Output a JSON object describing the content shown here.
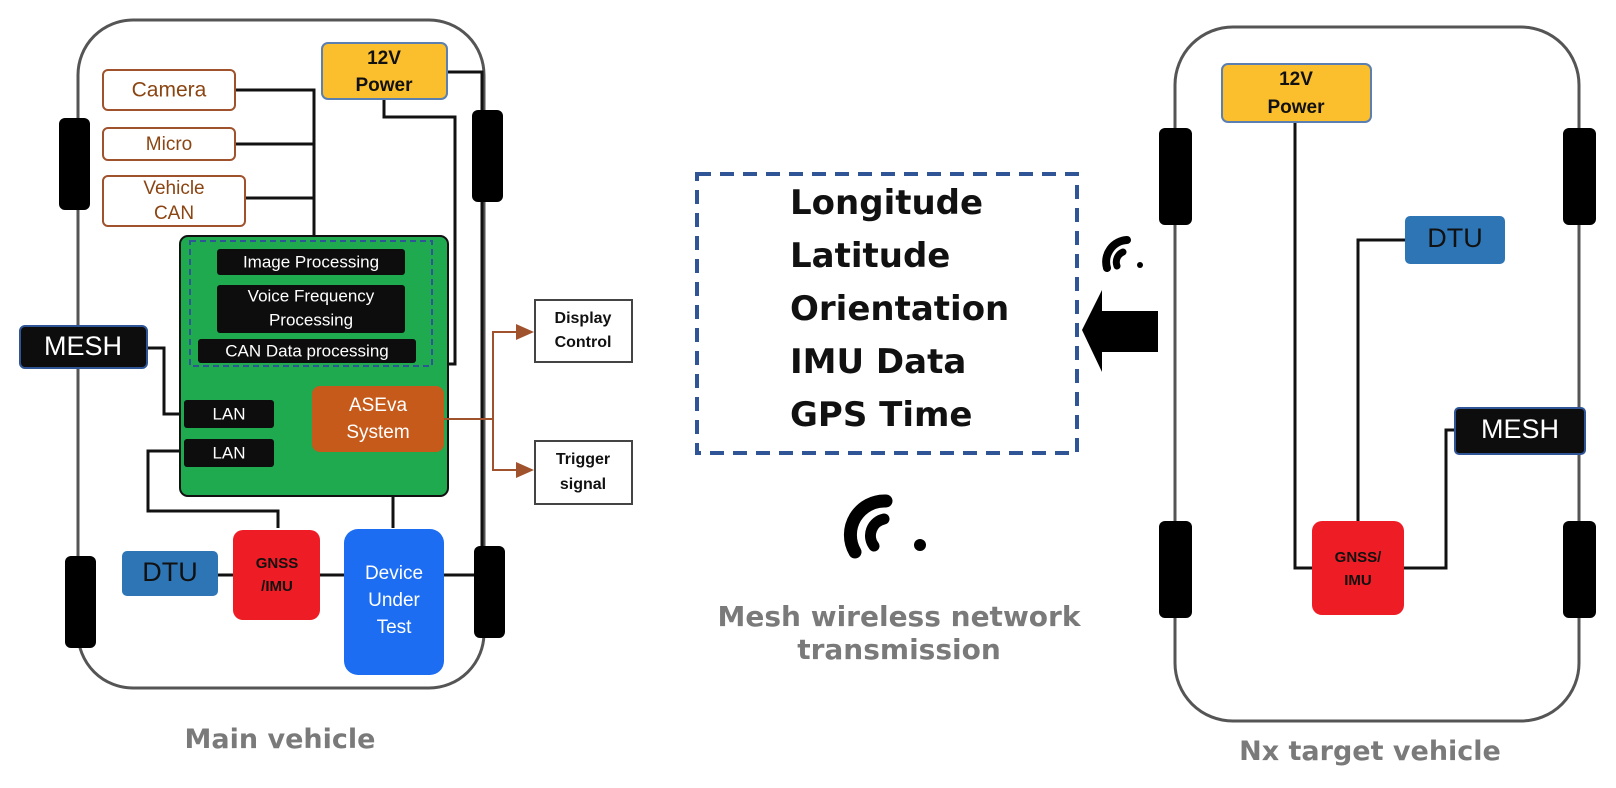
{
  "main_vehicle": {
    "caption": "Main vehicle",
    "power": [
      "12V",
      "Power"
    ],
    "inputs": {
      "camera": "Camera",
      "micro": "Micro",
      "vehicle_can": [
        "Vehicle",
        "CAN"
      ]
    },
    "processing": {
      "image": "Image Processing",
      "voice": [
        "Voice Frequency",
        "Processing"
      ],
      "can": "CAN Data processing"
    },
    "mesh": "MESH",
    "lan1": "LAN",
    "lan2": "LAN",
    "aseva": [
      "ASEva",
      "System"
    ],
    "dtu": "DTU",
    "gnss": [
      "GNSS",
      "/IMU"
    ],
    "dut": [
      "Device",
      "Under",
      "Test"
    ]
  },
  "outputs": {
    "display": [
      "Display",
      "Control"
    ],
    "trigger": [
      "Trigger",
      "signal"
    ]
  },
  "data_box": {
    "items": [
      "Longitude",
      "Latitude",
      "Orientation",
      "IMU Data",
      "GPS Time"
    ]
  },
  "mesh_caption": [
    "Mesh wireless network",
    "transmission"
  ],
  "target_vehicle": {
    "caption": "Nx target vehicle",
    "power": [
      "12V",
      "Power"
    ],
    "dtu": "DTU",
    "mesh": "MESH",
    "gnss": [
      "GNSS/",
      "IMU"
    ]
  },
  "icons": {
    "wifi_small": "wireless-signal-icon",
    "wifi_large": "wireless-signal-icon",
    "arrow": "left-arrow-icon"
  },
  "colors": {
    "power": "#fbbf2d",
    "processing_green": "#1faa4f",
    "aseva": "#c55a1a",
    "dtu": "#2e75b6",
    "gnss": "#ee1c24",
    "dut": "#1c6df2",
    "mesh": "#0d0d0d",
    "input_border": "#a0522d",
    "dashed_border": "#2f5597"
  }
}
